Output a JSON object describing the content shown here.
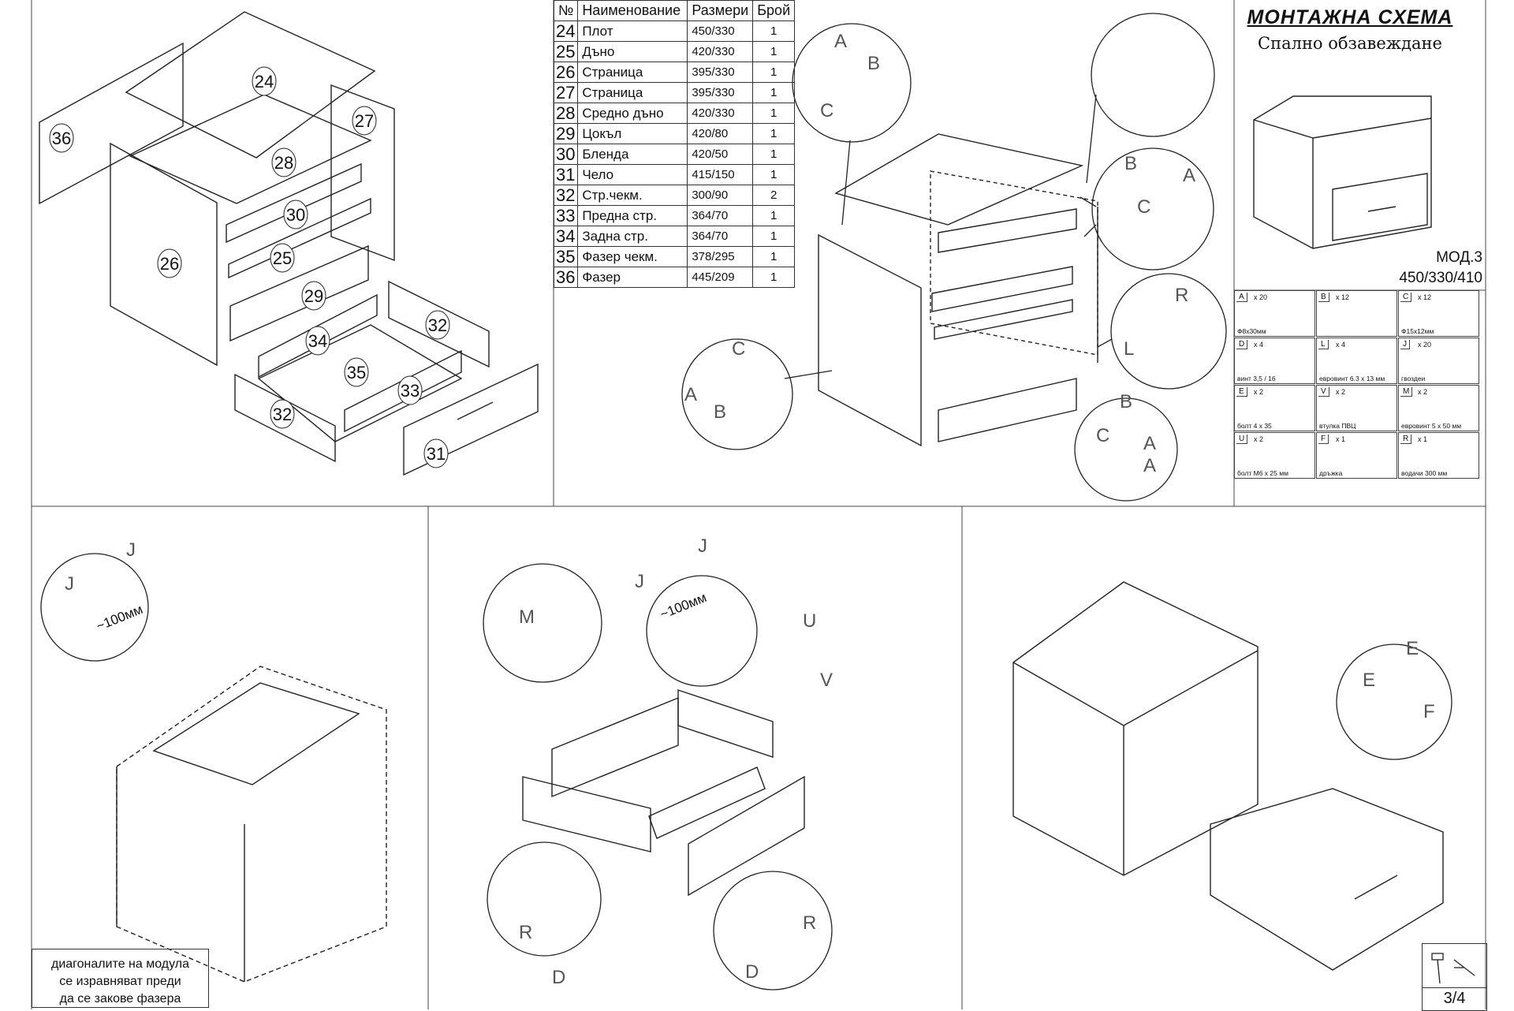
{
  "title": {
    "main": "МОНТАЖНА СХЕМА",
    "subtitle": "Спално обзавеждане"
  },
  "model": {
    "name": "МОД.3",
    "dims": "450/330/410"
  },
  "parts_table": {
    "headers": [
      "№",
      "Наименование",
      "Размери",
      "Брой"
    ],
    "rows": [
      {
        "no": "24",
        "name": "Плот",
        "size": "450/330",
        "qty": "1"
      },
      {
        "no": "25",
        "name": "Дъно",
        "size": "420/330",
        "qty": "1"
      },
      {
        "no": "26",
        "name": "Страница",
        "size": "395/330",
        "qty": "1"
      },
      {
        "no": "27",
        "name": "Страница",
        "size": "395/330",
        "qty": "1"
      },
      {
        "no": "28",
        "name": "Средно  дъно",
        "size": "420/330",
        "qty": "1"
      },
      {
        "no": "29",
        "name": "Цокъл",
        "size": "420/80",
        "qty": "1"
      },
      {
        "no": "30",
        "name": "Бленда",
        "size": "420/50",
        "qty": "1"
      },
      {
        "no": "31",
        "name": "Чело",
        "size": "415/150",
        "qty": "1"
      },
      {
        "no": "32",
        "name": "Стр.чекм.",
        "size": "300/90",
        "qty": "2"
      },
      {
        "no": "33",
        "name": "Предна стр.",
        "size": "364/70",
        "qty": "1"
      },
      {
        "no": "34",
        "name": "Задна стр.",
        "size": "364/70",
        "qty": "1"
      },
      {
        "no": "35",
        "name": "Фазер чекм.",
        "size": "378/295",
        "qty": "1"
      },
      {
        "no": "36",
        "name": "Фазер",
        "size": "445/209",
        "qty": "1"
      }
    ]
  },
  "hardware": [
    {
      "code": "A",
      "count": "x 20",
      "desc": "Ф8х30мм"
    },
    {
      "code": "B",
      "count": "x 12",
      "desc": ""
    },
    {
      "code": "C",
      "count": "x 12",
      "desc": "Ф15х12мм"
    },
    {
      "code": "D",
      "count": "x 4",
      "desc": "винт 3,5 / 16"
    },
    {
      "code": "L",
      "count": "x 4",
      "desc": "евровинт 6.3 х 13 мм"
    },
    {
      "code": "J",
      "count": "x 20",
      "desc": "гвоздеи"
    },
    {
      "code": "E",
      "count": "x 2",
      "desc": "болт 4 х 35"
    },
    {
      "code": "V",
      "count": "x 2",
      "desc": "втулка ПВЦ"
    },
    {
      "code": "M",
      "count": "x 2",
      "desc": "евровинт 5 х 50 мм"
    },
    {
      "code": "U",
      "count": "x 2",
      "desc": "болт М6 х 25 мм"
    },
    {
      "code": "F",
      "count": "x 1",
      "desc": "дръжка"
    },
    {
      "code": "R",
      "count": "x 1",
      "desc": "водачи 300 мм"
    }
  ],
  "exploded_labels": [
    "24",
    "27",
    "36",
    "28",
    "30",
    "26",
    "25",
    "29",
    "32",
    "34",
    "35",
    "33",
    "32",
    "31"
  ],
  "callout_letters": {
    "cam": [
      "A",
      "B",
      "C"
    ],
    "side_cam": [
      "B",
      "A",
      "C"
    ],
    "runner": [
      "R",
      "L"
    ],
    "bottom_cam": [
      "B",
      "C",
      "A",
      "A"
    ],
    "left_cam": [
      "C",
      "A",
      "B"
    ],
    "nails": [
      "J",
      "J"
    ],
    "nails_dim": "~100мм",
    "drawer_nails": [
      "J",
      "J"
    ],
    "drawer_dim": "~100мм",
    "screw_m": "M",
    "bolt": [
      "U",
      "V"
    ],
    "runner_left": [
      "R",
      "D"
    ],
    "runner_right": [
      "R",
      "D"
    ],
    "handle": [
      "E",
      "E",
      "F"
    ]
  },
  "note": {
    "line1": "диагоналите на модула",
    "line2": "се изравняват преди",
    "line3": "да се закове фазера"
  },
  "page": "3/4"
}
